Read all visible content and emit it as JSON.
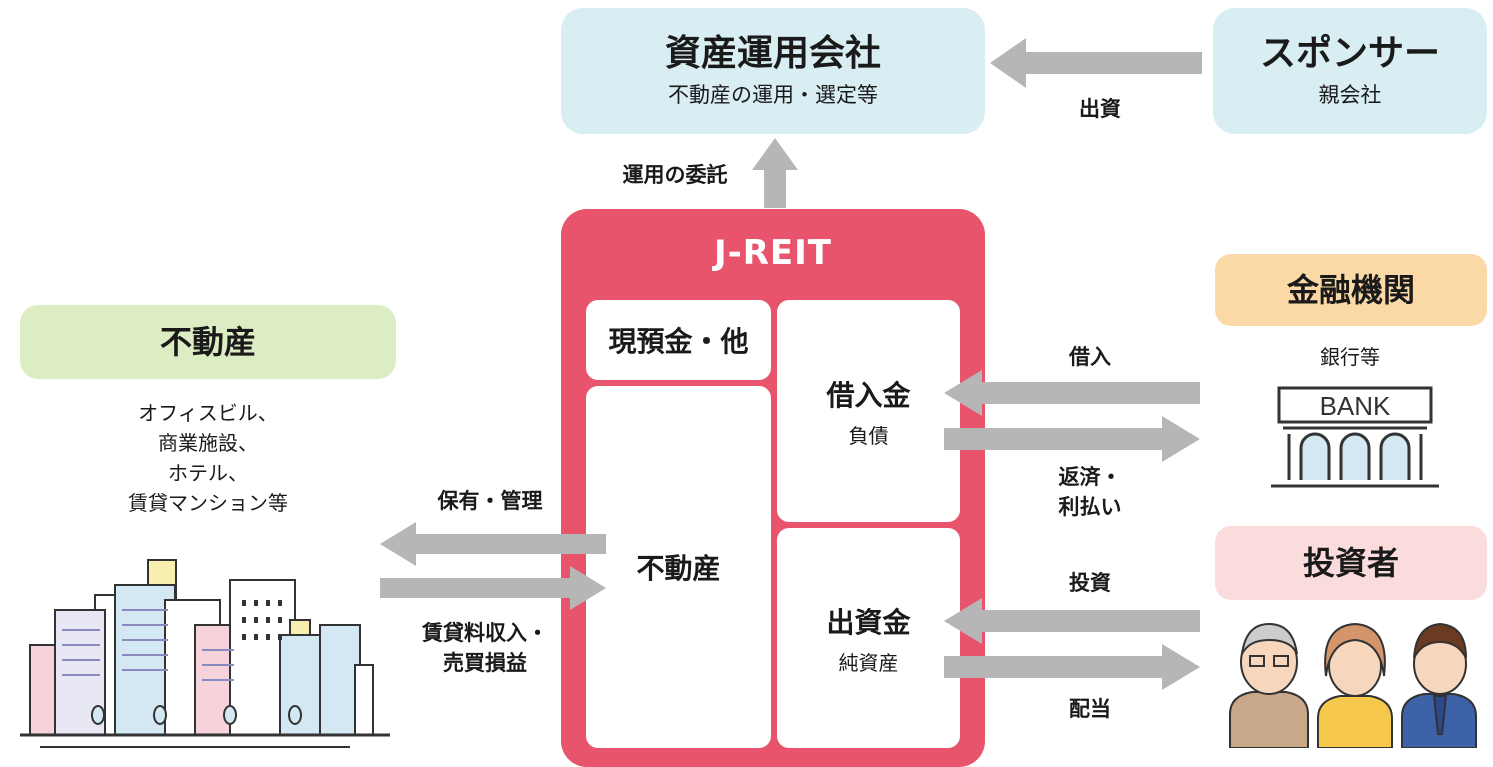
{
  "colors": {
    "blue_box": "#d9eef2",
    "green_box": "#dcecc3",
    "orange_box": "#fad9a6",
    "pink_box": "#fadcdc",
    "jreit": "#e8546b",
    "arrow": "#b6b6b6"
  },
  "asset_manager": {
    "title": "資産運用会社",
    "subtitle": "不動産の運用・選定等"
  },
  "sponsor": {
    "title": "スポンサー",
    "subtitle": "親会社"
  },
  "sponsor_arrow_label": "出資",
  "entrust_label": "運用の委託",
  "jreit": {
    "title": "J-REIT",
    "cash": "現預金・他",
    "realestate": "不動産",
    "loan_title": "借入金",
    "loan_sub": "負債",
    "equity_title": "出資金",
    "equity_sub": "純資産"
  },
  "real_estate": {
    "title": "不動産",
    "desc_lines": [
      "オフィスビル、",
      "商業施設、",
      "ホテル、",
      "賃貸マンション等"
    ]
  },
  "hold_label": "保有・管理",
  "income_lines": [
    "賃貸料収入・",
    "売買損益"
  ],
  "bank": {
    "title": "金融機関",
    "subtitle": "銀行等",
    "sign": "BANK"
  },
  "borrow_label": "借入",
  "repay_lines": [
    "返済・",
    "利払い"
  ],
  "investor": {
    "title": "投資者"
  },
  "invest_label": "投資",
  "dividend_label": "配当",
  "icons": [
    "city-buildings-icon",
    "bank-building-icon",
    "investors-people-icon"
  ]
}
